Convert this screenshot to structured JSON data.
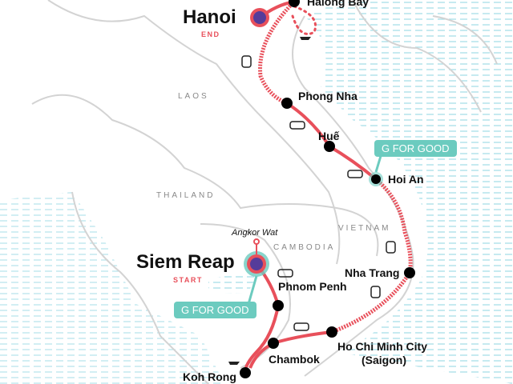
{
  "colors": {
    "route": "#e8505b",
    "start_end": "#553c9a",
    "gfg": "#6ccbbf",
    "water": "#9fdbe6",
    "border": "#d3d3d3"
  },
  "stops": [
    {
      "name": "Hanoi",
      "tag": "END"
    },
    {
      "name": "Halong Bay"
    },
    {
      "name": "Phong Nha"
    },
    {
      "name": "Huế"
    },
    {
      "name": "Hoi An"
    },
    {
      "name": "Nha Trang"
    },
    {
      "name": "Ho Chi Minh City"
    },
    {
      "name": "(Saigon)"
    },
    {
      "name": "Chambok"
    },
    {
      "name": "Phnom Penh"
    },
    {
      "name": "Siem Reap",
      "tag": "START"
    },
    {
      "name": "Koh Rong"
    }
  ],
  "poi": "Angkor Wat",
  "countries": [
    "LAOS",
    "THAILAND",
    "CAMBODIA",
    "VIETNAM"
  ],
  "badges": [
    "G FOR GOOD",
    "G FOR GOOD"
  ]
}
